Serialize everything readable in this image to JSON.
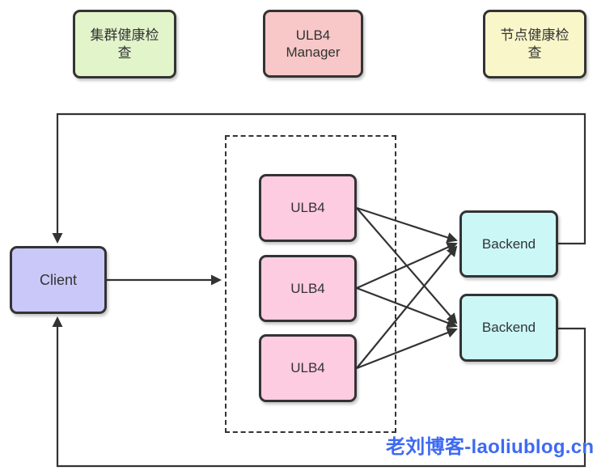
{
  "diagram": {
    "top_row": [
      {
        "id": "cluster-health-check",
        "label": "集群健康检查",
        "fill": "#e2f4ca"
      },
      {
        "id": "ulb4-manager",
        "label": "ULB4 Manager",
        "fill": "#f8c7c7"
      },
      {
        "id": "node-health-check",
        "label": "节点健康检查",
        "fill": "#f9f7c9"
      }
    ],
    "client": {
      "label": "Client",
      "fill": "#cac8f8"
    },
    "ulb_cluster": {
      "style": "dashed-group",
      "fill": "#fdcce0",
      "nodes": [
        {
          "label": "ULB4"
        },
        {
          "label": "ULB4"
        },
        {
          "label": "ULB4"
        }
      ]
    },
    "backends": {
      "fill": "#cbf7f7",
      "nodes": [
        {
          "label": "Backend"
        },
        {
          "label": "Backend"
        }
      ]
    },
    "connections": [
      "Client -> ULB4 cluster",
      "ULB4 x3 -> Backend x2 (full mesh)",
      "Backend 1 -> Client (top return loop)",
      "Backend 2 -> Client (bottom return loop)"
    ],
    "line_color": "#333333",
    "watermark": {
      "text": "老刘博客-laoliublog.cn",
      "color": "#3e6af3"
    }
  }
}
